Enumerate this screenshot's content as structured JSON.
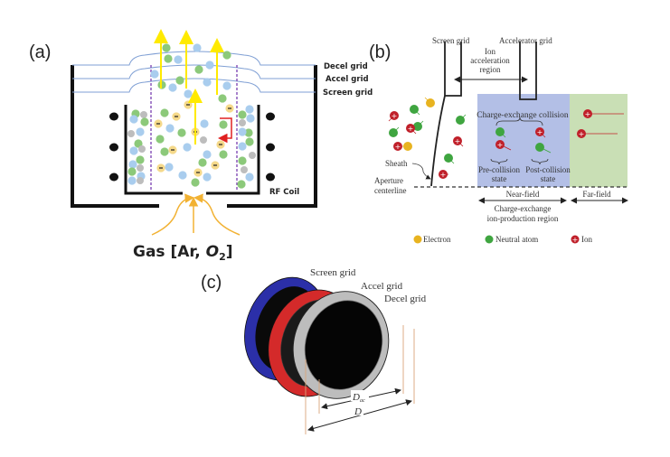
{
  "figure": {
    "panels": [
      {
        "id": "a",
        "label": "(a)",
        "grid_labels": [
          "Decel grid",
          "Accel grid",
          "Screen grid"
        ],
        "coil_label": "RF Coil",
        "gas_label_prefix": "Gas [Ar, ",
        "gas_label_o2": "O",
        "gas_label_sub": "2",
        "gas_label_suffix": "]",
        "particle_colors": {
          "neutral": "#8cc97a",
          "ion": "#a9cdee",
          "electron": "#f5d98a",
          "inert": "#bdbdbd"
        },
        "beam_color": "#ffea00",
        "gas_arrow_color": "#f2b233",
        "recombination_arrow_color": "#e02020"
      },
      {
        "id": "b",
        "label": "(b)",
        "screen_grid_label": "Screen grid",
        "accelerator_grid_label": "Accelerator grid",
        "ion_acceleration_label": [
          "Ion",
          "acceleration",
          "region"
        ],
        "cex_collision_label": "Charge-exchange collision",
        "pre_collision_label": [
          "Pre-collision",
          "state"
        ],
        "post_collision_label": [
          "Post-collision",
          "state"
        ],
        "sheath_label": "Sheath",
        "aperture_label": [
          "Aperture",
          "centerline"
        ],
        "near_field_label": "Near-field",
        "far_field_label": "Far-field",
        "cex_region_label": [
          "Charge-exchange",
          "ion-production region"
        ],
        "legend": [
          {
            "label": "Electron",
            "color": "#e8b320"
          },
          {
            "label": "Neutral atom",
            "color": "#3fa540"
          },
          {
            "label": "Ion",
            "color": "#c0202a"
          }
        ],
        "near_field_color": "#b3bfe6",
        "far_field_color": "#c9dfb5"
      },
      {
        "id": "c",
        "label": "(c)",
        "grid_labels": [
          "Screen grid",
          "Accel grid",
          "Decel grid"
        ],
        "grid_colors": [
          "#2b2fa8",
          "#d42a2a",
          "#bdbdbd"
        ],
        "dimension_inner": "D",
        "dimension_inner_sub": "ac",
        "dimension_outer": "D"
      }
    ]
  }
}
